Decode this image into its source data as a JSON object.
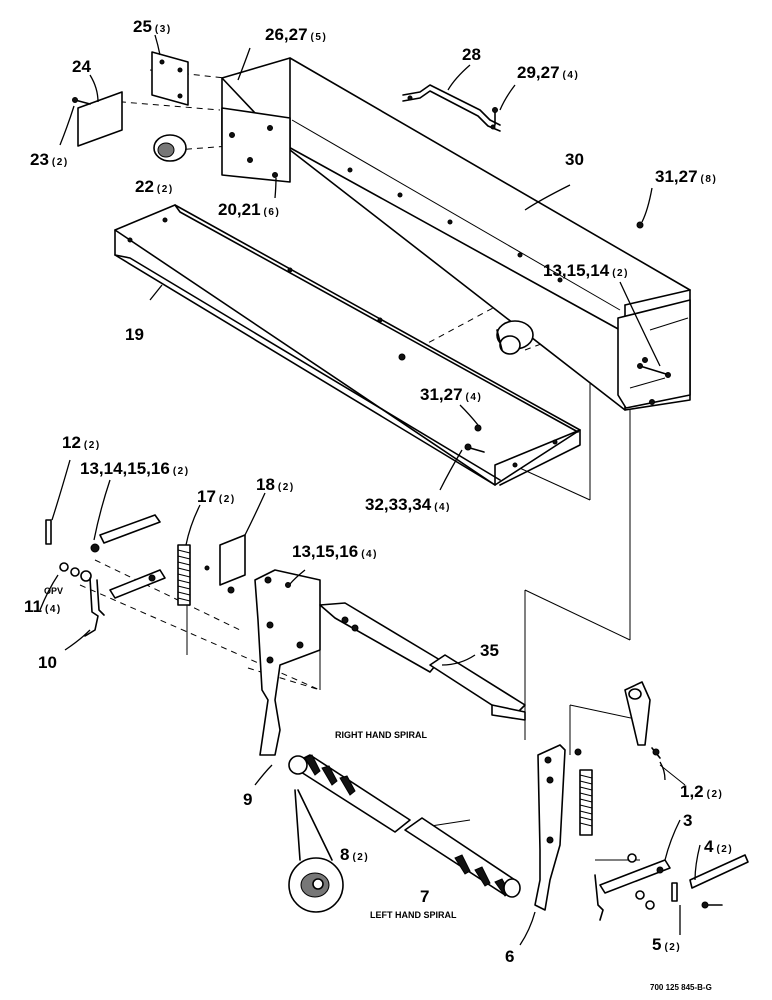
{
  "callouts": {
    "c25": {
      "num": "25",
      "qty": "(3)"
    },
    "c24": {
      "num": "24",
      "qty": ""
    },
    "c23": {
      "num": "23",
      "qty": "(2)"
    },
    "c22": {
      "num": "22",
      "qty": "(2)"
    },
    "c26": {
      "num": "26,27",
      "qty": "(5)"
    },
    "c20": {
      "num": "20,21",
      "qty": "(6)"
    },
    "c28": {
      "num": "28",
      "qty": ""
    },
    "c29": {
      "num": "29,27",
      "qty": "(4)"
    },
    "c30": {
      "num": "30",
      "qty": ""
    },
    "c31a": {
      "num": "31,27",
      "qty": "(8)"
    },
    "c13a": {
      "num": "13,15,14",
      "qty": "(2)"
    },
    "c19": {
      "num": "19",
      "qty": ""
    },
    "c31b": {
      "num": "31,27",
      "qty": "(4)"
    },
    "c32": {
      "num": "32,33,34",
      "qty": "(4)"
    },
    "c12": {
      "num": "12",
      "qty": "(2)"
    },
    "c13b": {
      "num": "13,14,15,16",
      "qty": "(2)"
    },
    "c17": {
      "num": "17",
      "qty": "(2)"
    },
    "c18": {
      "num": "18",
      "qty": "(2)"
    },
    "c13c": {
      "num": "13,15,16",
      "qty": "(4)"
    },
    "c11": {
      "num": "11",
      "qty": "(4)"
    },
    "c10": {
      "num": "10",
      "qty": ""
    },
    "c35": {
      "num": "35",
      "qty": ""
    },
    "c9": {
      "num": "9",
      "qty": ""
    },
    "c8": {
      "num": "8",
      "qty": "(2)"
    },
    "c7": {
      "num": "7",
      "qty": ""
    },
    "c6": {
      "num": "6",
      "qty": ""
    },
    "c1": {
      "num": "1,2",
      "qty": "(2)"
    },
    "c3": {
      "num": "3",
      "qty": ""
    },
    "c4": {
      "num": "4",
      "qty": "(2)"
    },
    "c5": {
      "num": "5",
      "qty": "(2)"
    }
  },
  "notes": {
    "opv": "OPV",
    "right_spiral": "RIGHT HAND SPIRAL",
    "left_spiral": "LEFT HAND SPIRAL"
  },
  "drawing_ref": "700 125 845-B-G"
}
